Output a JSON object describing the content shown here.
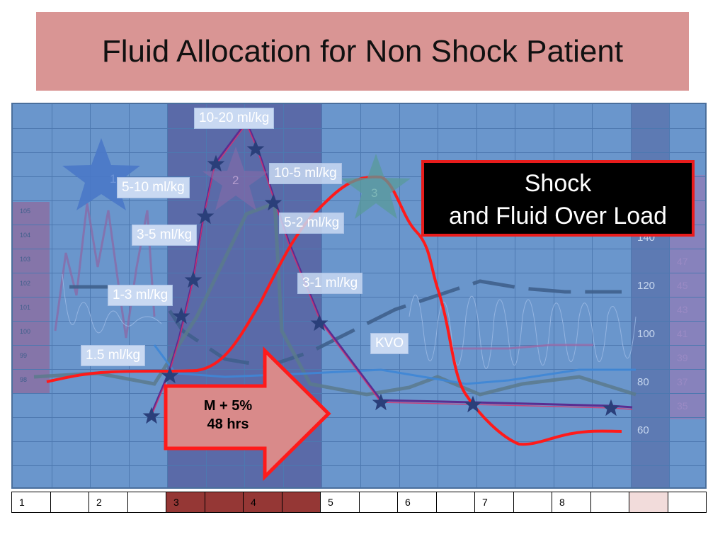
{
  "title": "Fluid Allocation for Non Shock Patient",
  "shock_box": {
    "line1": "Shock",
    "line2": "and Fluid Over Load"
  },
  "arrow": {
    "line1": "M + 5%",
    "line2": "48 hrs"
  },
  "labels": {
    "l_10_20": "10-20 ml/kg",
    "l_10_5": "10-5 ml/kg",
    "l_5_10": "5-10 ml/kg",
    "l_5_2": "5-2 ml/kg",
    "l_3_5": "3-5 ml/kg",
    "l_3_1": "3-1 ml/kg",
    "l_1_3": "1-3 ml/kg",
    "l_kvo": "KVO",
    "l_1_5": "1.5 ml/kg"
  },
  "stars": {
    "s1": "1",
    "s2": "2",
    "s3": "3"
  },
  "temp_ticks": [
    "105",
    "104",
    "103",
    "102",
    "101",
    "100",
    "99",
    "98"
  ],
  "right_ticks": [
    "140",
    "120",
    "100",
    "80",
    "60"
  ],
  "right_ticks2": [
    "47",
    "45",
    "43",
    "41",
    "39",
    "37",
    "35"
  ],
  "axis_cells": [
    "1",
    "",
    "2",
    "",
    "3",
    "",
    "4",
    "",
    "5",
    "",
    "6",
    "",
    "7",
    "",
    "8",
    "",
    "",
    ""
  ],
  "colors": {
    "red_line": "#ff1a1a",
    "purple_line": "#5a2d91",
    "title_bg": "#d99594",
    "chart_bg": "#6a96cc",
    "day_band": "#5a6aa8"
  }
}
